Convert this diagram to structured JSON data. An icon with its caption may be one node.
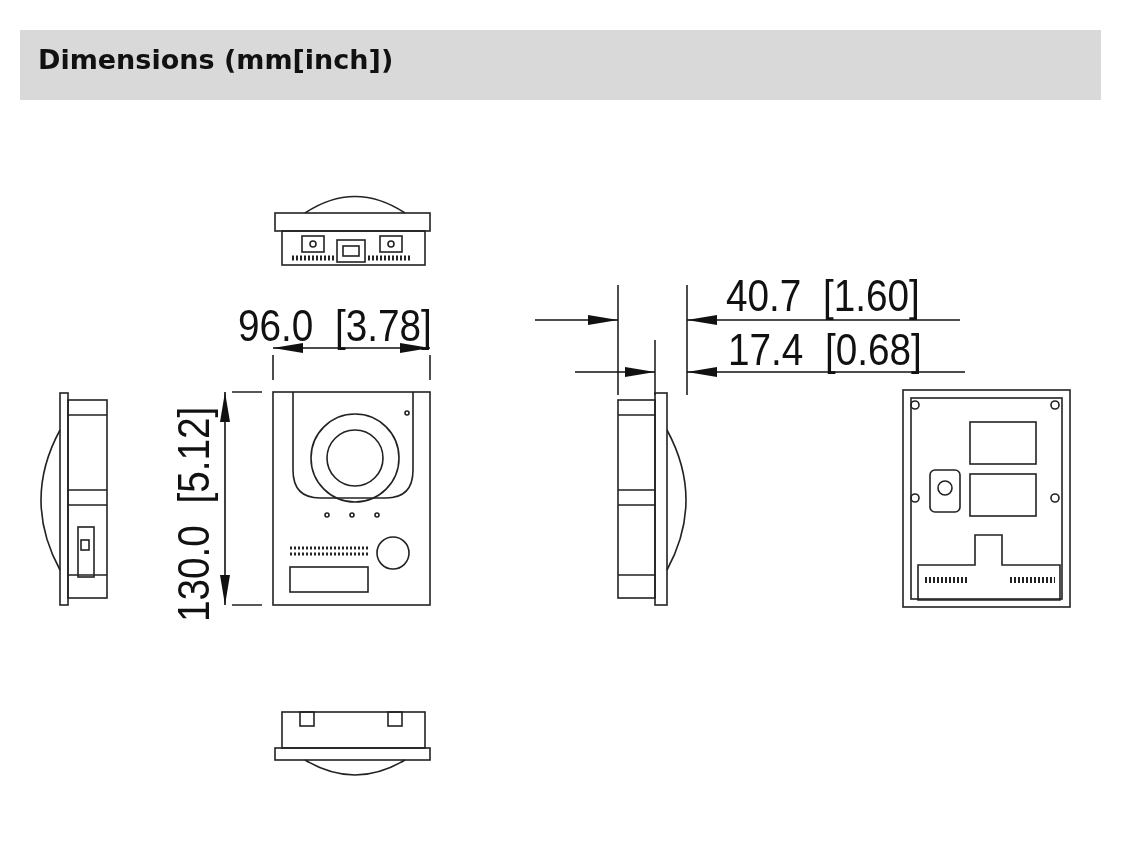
{
  "diagram": {
    "title": "Dimensions (mm[inch])",
    "labels": [
      "96.0  [3.78]",
      "130.0  [5.12]",
      "40.7  [1.60]",
      "17.4  [0.68]"
    ]
  }
}
